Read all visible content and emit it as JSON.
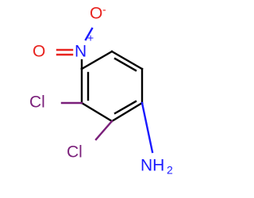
{
  "molecule": {
    "atoms": {
      "oxygen_anion": {
        "symbol": "O",
        "charge": "-"
      },
      "nitro_n": {
        "symbol": "N",
        "charge": "+"
      },
      "oxygen_double": {
        "symbol": "O"
      },
      "chlorine_3": {
        "symbol": "Cl"
      },
      "chlorine_2": {
        "symbol": "Cl"
      },
      "amine": {
        "symbol": "NH",
        "subscript": "2"
      }
    },
    "colors": {
      "bond": "#000000",
      "oxygen": "#e8231f",
      "nitrogen": "#1a1aff",
      "chlorine": "#7a1f7a",
      "background": "#ffffff"
    }
  }
}
